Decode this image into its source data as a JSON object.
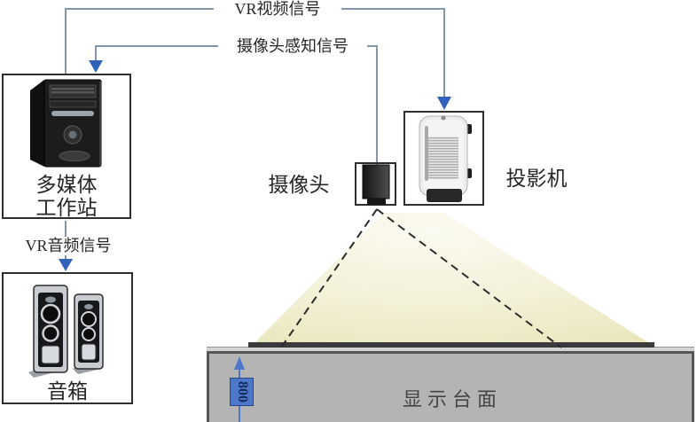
{
  "signals": {
    "vr_video": "VR视频信号",
    "camera_sense": "摄像头感知信号",
    "vr_audio": "VR音频信号"
  },
  "nodes": {
    "workstation": {
      "line1": "多媒体",
      "line2": "工作站",
      "image": "computer-tower"
    },
    "camera": {
      "label": "摄像头",
      "image": "webcam"
    },
    "projector": {
      "label": "投影机",
      "image": "projector"
    },
    "speakers": {
      "label": "音箱",
      "image": "stereo-speakers"
    },
    "table": {
      "label": "显示台面"
    }
  },
  "dimension": {
    "value": "800"
  },
  "colors": {
    "connector_line": "#8396ad",
    "arrow_blue": "#2f62b8",
    "dimension_blue": "#4d78c9",
    "light_cone": "#efecc8",
    "table_fill": "#b4b4b4",
    "table_border": "#565656",
    "screen_strip": "#3b3b3b",
    "text": "#262626",
    "background": "#ffffff"
  }
}
